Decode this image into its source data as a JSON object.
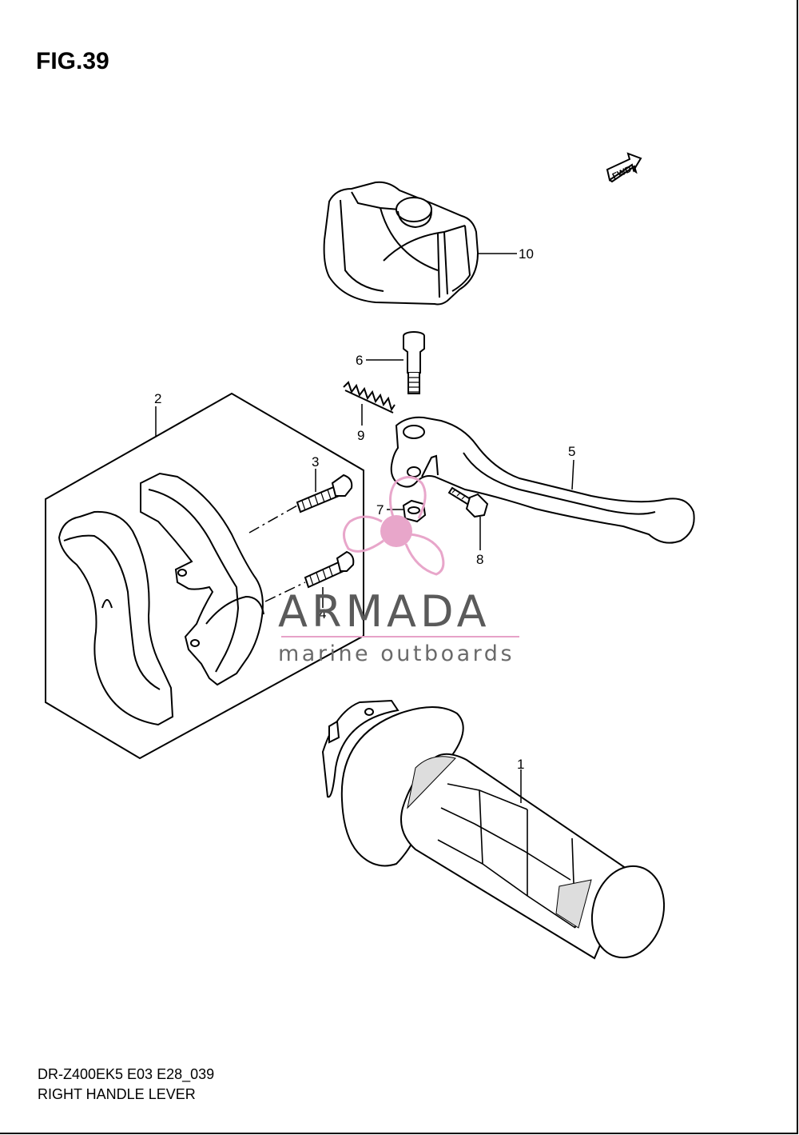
{
  "figure": {
    "title": "FIG.39",
    "model_code": "DR-Z400EK5 E03 E28_039",
    "caption": "RIGHT HANDLE LEVER"
  },
  "fwd_indicator": "FWD",
  "callouts": [
    {
      "id": "1",
      "label": "1"
    },
    {
      "id": "2",
      "label": "2"
    },
    {
      "id": "3",
      "label": "3"
    },
    {
      "id": "4",
      "label": "4"
    },
    {
      "id": "5",
      "label": "5"
    },
    {
      "id": "6",
      "label": "6"
    },
    {
      "id": "7",
      "label": "7"
    },
    {
      "id": "8",
      "label": "8"
    },
    {
      "id": "9",
      "label": "9"
    },
    {
      "id": "10",
      "label": "10"
    }
  ],
  "watermark": {
    "brand": "ARMADA",
    "tagline": "marine outboards",
    "accent_color": "#e7a2c8",
    "text_color": "#5a5a5a"
  },
  "colors": {
    "line": "#000000",
    "background": "#ffffff"
  }
}
